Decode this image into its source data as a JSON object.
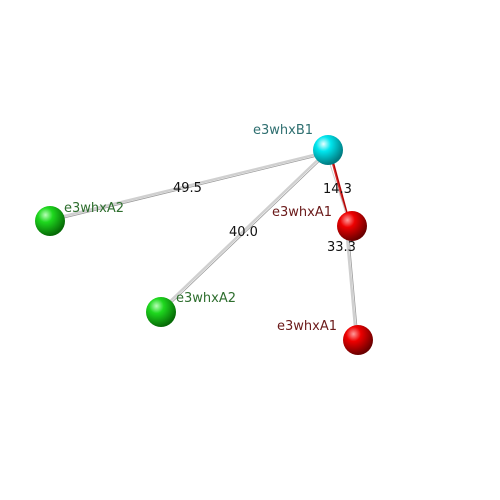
{
  "diagram": {
    "nodes": [
      {
        "id": "n1",
        "label": "e3whxB1",
        "color": "#00e6ee",
        "label_color": "#2f6f70"
      },
      {
        "id": "n2",
        "label": "e3whxA2",
        "color": "#1ed81e",
        "label_color": "#2e6e2e"
      },
      {
        "id": "n3",
        "label": "e3whxA1",
        "color": "#ee0000",
        "label_color": "#6b1a1a"
      },
      {
        "id": "n4",
        "label": "e3whxA2",
        "color": "#1ed81e",
        "label_color": "#2e6e2e"
      },
      {
        "id": "n5",
        "label": "e3whxA1",
        "color": "#ee0000",
        "label_color": "#6b1a1a"
      }
    ],
    "edges": [
      {
        "from": "n1",
        "to": "n2",
        "label": "49.5",
        "color": "#bbbbbb"
      },
      {
        "from": "n1",
        "to": "n4",
        "label": "40.0",
        "color": "#bbbbbb"
      },
      {
        "from": "n1",
        "to": "n3",
        "label": "14.3",
        "color": "#cc0000"
      },
      {
        "from": "n3",
        "to": "n5",
        "label": "33.3",
        "color": "#bbbbbb"
      }
    ]
  }
}
